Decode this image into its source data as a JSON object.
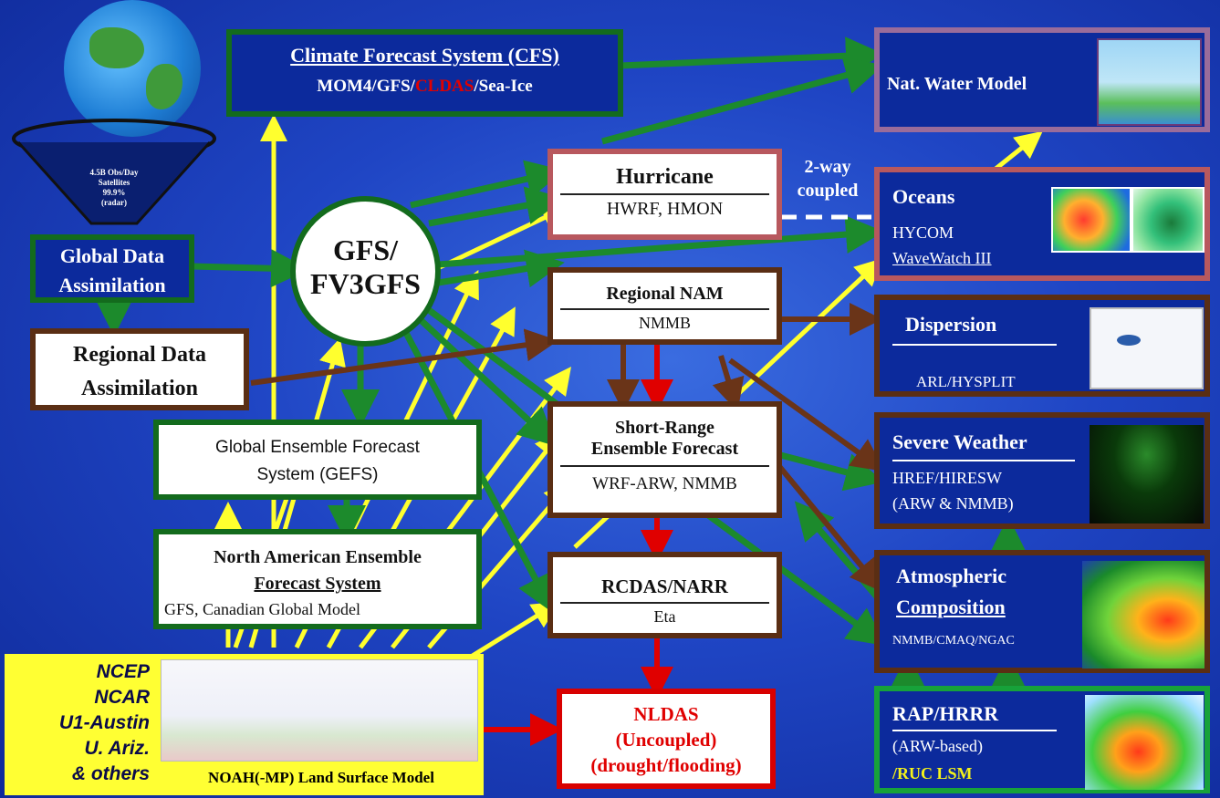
{
  "globe": {
    "lines": [
      "4.5B Obs/Day",
      "Satellites",
      "99.9%",
      "(radar)"
    ]
  },
  "cfs": {
    "title": "Climate Forecast System (CFS)",
    "components": [
      "MOM4/GFS/",
      "CLDAS",
      "/Sea-Ice"
    ]
  },
  "nwm": {
    "title": "Nat. Water Model"
  },
  "global_da": {
    "line1": "Global Data",
    "line2": "Assimilation"
  },
  "regional_da": {
    "line1": "Regional Data",
    "line2": "Assimilation"
  },
  "gfs": {
    "line1": "GFS/",
    "line2": "FV3GFS"
  },
  "hurricane": {
    "title": "Hurricane",
    "models": "HWRF, HMON"
  },
  "coupled": {
    "line1": "2-way",
    "line2": "coupled"
  },
  "oceans": {
    "title": "Oceans",
    "line1": "HYCOM",
    "line2": "WaveWatch III"
  },
  "regional_nam": {
    "title": "Regional NAM",
    "models": "NMMB"
  },
  "dispersion": {
    "title": "Dispersion",
    "models": "ARL/HYSPLIT"
  },
  "gefs": {
    "line1": "Global Ensemble Forecast",
    "line2": "System (GEFS)"
  },
  "sref": {
    "line1": "Short-Range",
    "line2": "Ensemble Forecast",
    "models": "WRF-ARW, NMMB"
  },
  "severe": {
    "title": "Severe Weather",
    "line1": "HREF/HIRESW",
    "line2": "(ARW & NMMB)"
  },
  "naefs": {
    "line1": "North American Ensemble",
    "line2": "Forecast System",
    "models": "GFS, Canadian Global Model"
  },
  "rcdas": {
    "title": "RCDAS/NARR",
    "models": "Eta"
  },
  "atmos": {
    "line1": "Atmospheric",
    "line2": "Composition",
    "models": "NMMB/CMAQ/NGAC"
  },
  "partners": {
    "items": [
      "NCEP",
      "NCAR",
      "U1-Austin",
      "U. Ariz.",
      "& others"
    ]
  },
  "noah": {
    "title": "NOAH(-MP) Land Surface Model"
  },
  "nldas": {
    "line1": "NLDAS",
    "line2": "(Uncoupled)",
    "line3": "(drought/flooding)"
  },
  "rap": {
    "title": "RAP/HRRR",
    "line1": "(ARW-based)",
    "line2": "/RUC LSM"
  },
  "colors": {
    "background": "#1f45c4",
    "green": "#136b1d",
    "brown": "#5a2e14",
    "red": "#d80000",
    "yellow": "#ffff2e",
    "cldas": "#e00000",
    "partners_bg": "#ffff33"
  }
}
